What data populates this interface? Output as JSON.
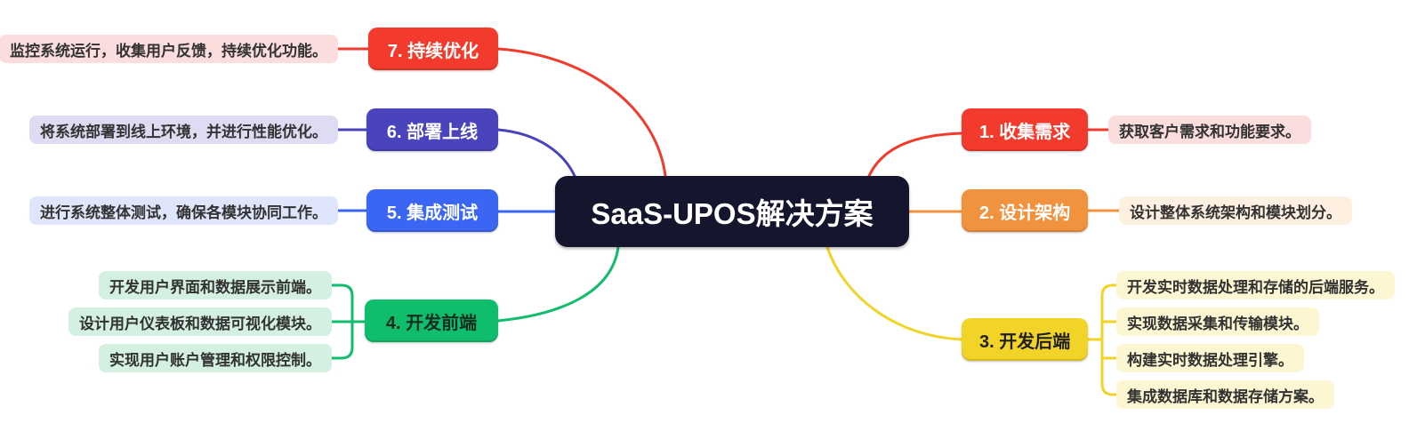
{
  "root": {
    "label": "SaaS-UPOS解决方案",
    "bg": "#15152e",
    "text_color": "#ffffff"
  },
  "branches": [
    {
      "label": "1. 收集需求",
      "color": "#f23b2c",
      "text_color": "#ffffff",
      "leaf_bg": "#fbdddd",
      "leaves": [
        "获取客户需求和功能要求。"
      ]
    },
    {
      "label": "2. 设计架构",
      "color": "#f1923f",
      "text_color": "#ffffff",
      "leaf_bg": "#fdf0e0",
      "leaves": [
        "设计整体系统架构和模块划分。"
      ]
    },
    {
      "label": "3. 开发后端",
      "color": "#f2d428",
      "text_color": "#1f1f1f",
      "leaf_bg": "#fdf6d2",
      "leaves": [
        "开发实时数据处理和存储的后端服务。",
        "实现数据采集和传输模块。",
        "构建实时数据处理引擎。",
        "集成数据库和数据存储方案。"
      ]
    },
    {
      "label": "4. 开发前端",
      "color": "#0fbd6c",
      "text_color": "#142e1f",
      "leaf_bg": "#d3f0e0",
      "leaves": [
        "开发用户界面和数据展示前端。",
        "设计用户仪表板和数据可视化模块。",
        "实现用户账户管理和权限控制。"
      ]
    },
    {
      "label": "5. 集成测试",
      "color": "#3b66f3",
      "text_color": "#ffffff",
      "leaf_bg": "#dfe6fb",
      "leaves": [
        "进行系统整体测试，确保各模块协同工作。"
      ]
    },
    {
      "label": "6. 部署上线",
      "color": "#4a44bc",
      "text_color": "#ffffff",
      "leaf_bg": "#dddcf3",
      "leaves": [
        "将系统部署到线上环境，并进行性能优化。"
      ]
    },
    {
      "label": "7. 持续优化",
      "color": "#f23b2c",
      "text_color": "#ffffff",
      "leaf_bg": "#fbdddd",
      "leaves": [
        "监控系统运行，收集用户反馈，持续优化功能。"
      ]
    }
  ]
}
